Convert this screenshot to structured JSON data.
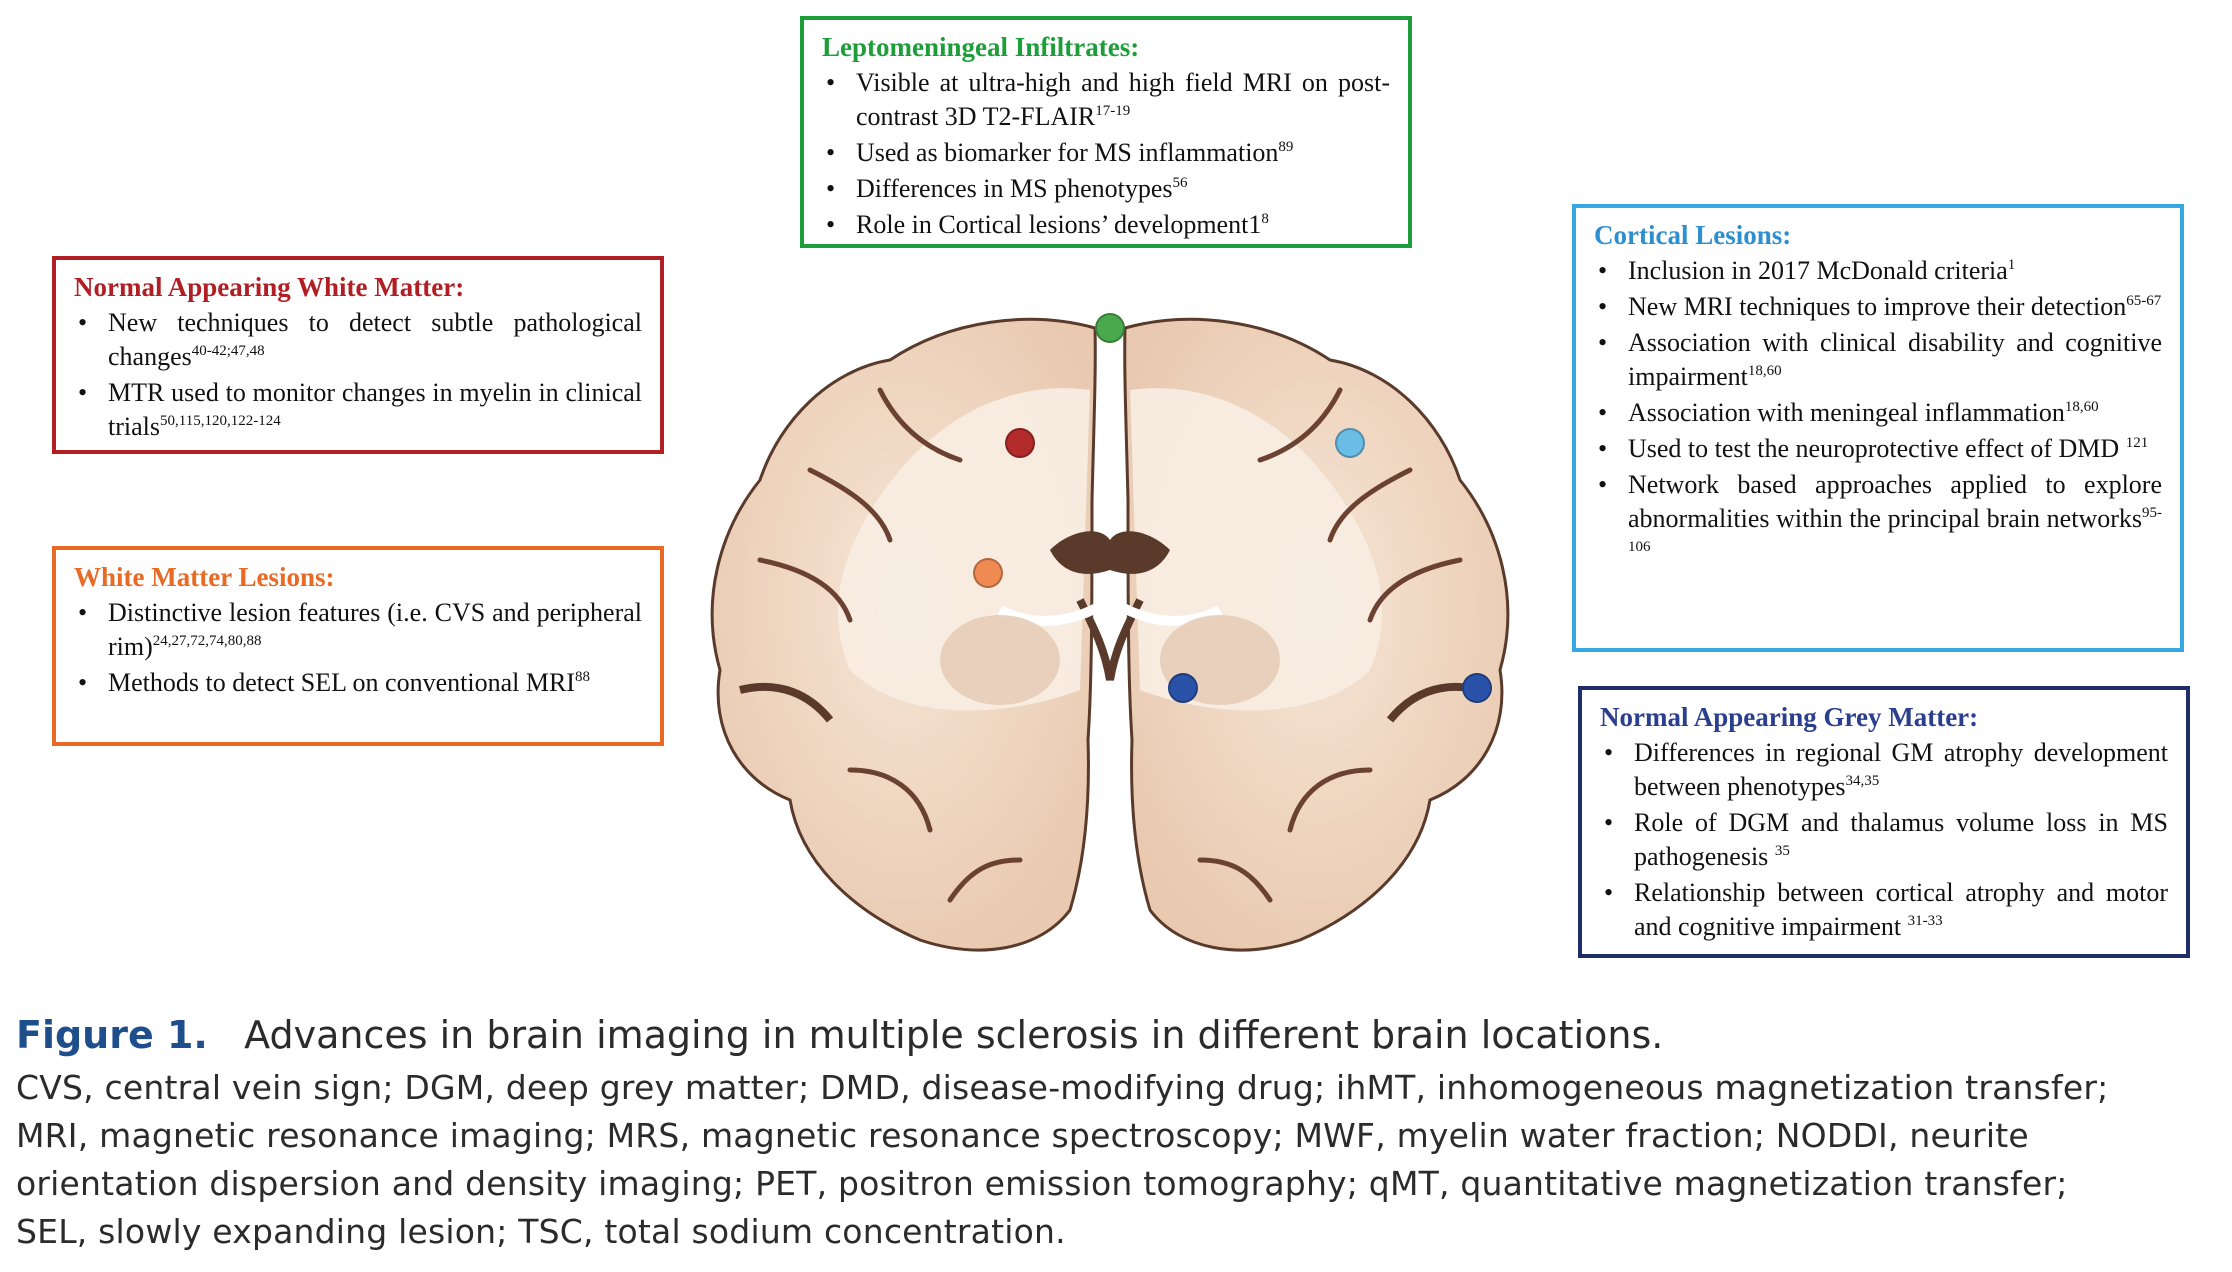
{
  "figure": {
    "colors": {
      "leptomeningeal": "#1e9e3a",
      "nawm": "#b11f24",
      "wm_lesions": "#e86a25",
      "cortical": "#35a9e4",
      "nagm": "#1f2d6b",
      "brain_tissue": "#f1dccb",
      "brain_outline": "#5a3a2a"
    },
    "boxes": {
      "leptomeningeal": {
        "title": "Leptomeningeal Infiltrates:",
        "items": [
          {
            "text": "Visible at ultra-high and high field MRI on post-contrast 3D T2-FLAIR",
            "sup": "17-19"
          },
          {
            "text": "Used as biomarker for MS inflammation",
            "sup": "89"
          },
          {
            "text": "Differences in MS phenotypes",
            "sup": "56"
          },
          {
            "text": "Role in Cortical lesions’ development1",
            "sup": "8"
          }
        ]
      },
      "nawm": {
        "title": "Normal Appearing White Matter:",
        "items": [
          {
            "text": "New techniques to detect subtle pathological changes",
            "sup": "40-42;47,48"
          },
          {
            "text": "MTR used to monitor changes in myelin in clinical trials",
            "sup": "50,115,120,122-124"
          }
        ]
      },
      "wm_lesions": {
        "title": "White Matter Lesions:",
        "items": [
          {
            "text": "Distinctive lesion features (i.e. CVS and peripheral rim)",
            "sup": "24,27,72,74,80,88"
          },
          {
            "text": "Methods to detect SEL on conventional MRI",
            "sup": "88"
          }
        ]
      },
      "cortical": {
        "title": "Cortical Lesions:",
        "items": [
          {
            "text": "Inclusion in 2017 McDonald criteria",
            "sup": "1"
          },
          {
            "text": "New MRI techniques to improve their detection",
            "sup": "65-67"
          },
          {
            "text": "Association with clinical disability and cognitive impairment",
            "sup": "18,60"
          },
          {
            "text": "Association with meningeal inflammation",
            "sup": "18,60"
          },
          {
            "text": "Used to test the neuroprotective effect of DMD",
            "sup": "121"
          },
          {
            "text": "Network based approaches applied to explore abnormalities within the principal brain networks",
            "sup": "95-106"
          }
        ]
      },
      "nagm": {
        "title": "Normal Appearing Grey Matter:",
        "items": [
          {
            "text": "Differences in regional GM atrophy development between phenotypes",
            "sup": "34,35"
          },
          {
            "text": "Role of DGM and thalamus volume loss in MS pathogenesis",
            "sup": "35"
          },
          {
            "text": "Relationship between cortical atrophy and motor and cognitive impairment",
            "sup": "31-33"
          }
        ]
      }
    }
  },
  "caption": {
    "label": "Figure 1.",
    "title": "Advances in brain imaging in multiple sclerosis in different brain locations.",
    "abbreviations_lines": [
      "CVS, central vein sign; DGM, deep grey matter; DMD, disease-modifying drug; ihMT, inhomogeneous magnetization transfer;",
      "MRI, magnetic resonance imaging; MRS, magnetic resonance spectroscopy; MWF, myelin water fraction; NODDI, neurite",
      "orientation dispersion and density imaging; PET, positron emission tomography; qMT, quantitative magnetization transfer;",
      "SEL, slowly expanding lesion; TSC, total sodium concentration."
    ]
  }
}
